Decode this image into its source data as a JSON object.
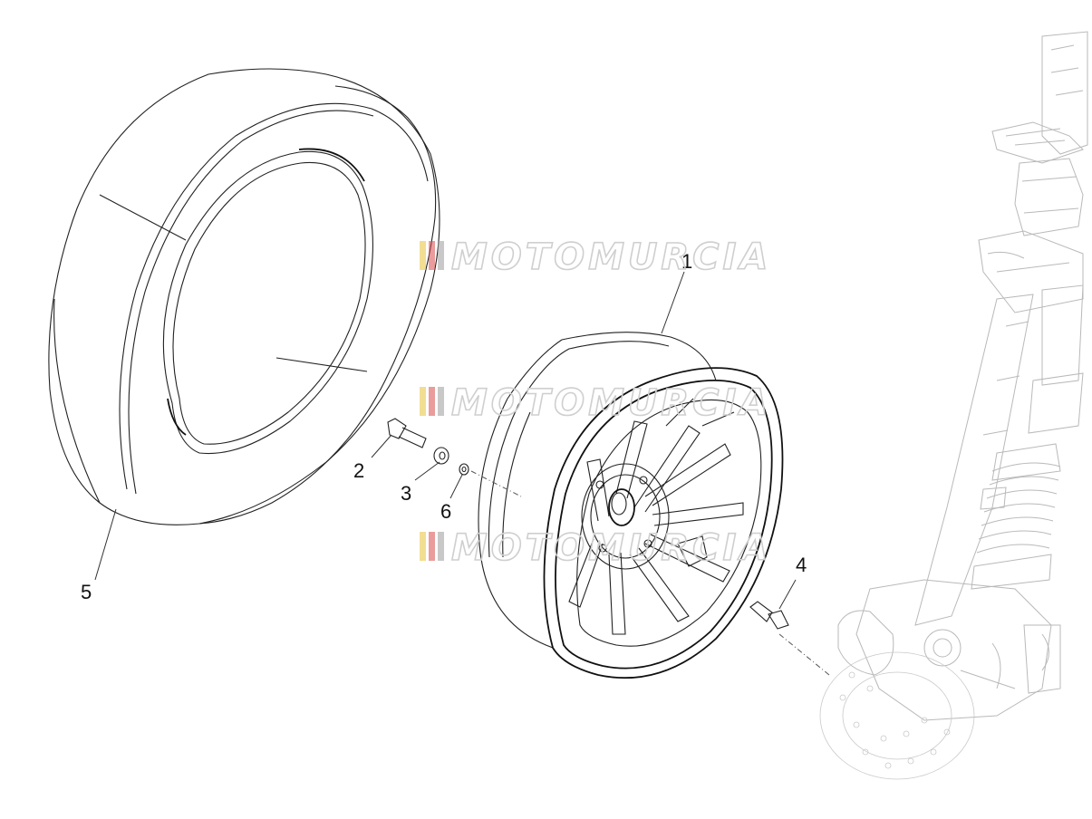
{
  "diagram": {
    "watermark": "MOTOMURCIA",
    "watermark_colors": [
      "#e6c23a",
      "#d94b4b",
      "#9a9a9a"
    ],
    "labels": [
      {
        "id": "label-1",
        "text": "1"
      },
      {
        "id": "label-2",
        "text": "2"
      },
      {
        "id": "label-3",
        "text": "3"
      },
      {
        "id": "label-4",
        "text": "4"
      },
      {
        "id": "label-5",
        "text": "5"
      },
      {
        "id": "label-6",
        "text": "6"
      }
    ]
  }
}
